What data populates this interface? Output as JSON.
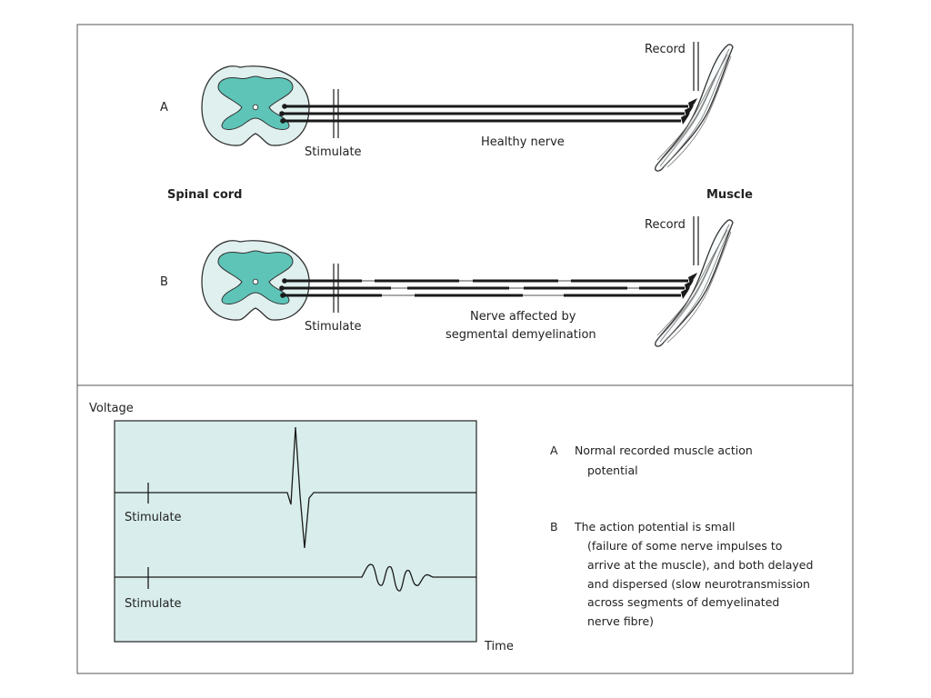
{
  "panel_a": {
    "letter": "A",
    "record": "Record",
    "stimulate": "Stimulate",
    "nerve_label": "Healthy nerve"
  },
  "labels": {
    "spinal_cord": "Spinal cord",
    "muscle": "Muscle"
  },
  "panel_b": {
    "letter": "B",
    "record": "Record",
    "stimulate": "Stimulate",
    "nerve_label_line1": "Nerve affected by",
    "nerve_label_line2": "segmental demyelination"
  },
  "trace_panel": {
    "y_label": "Voltage",
    "x_label": "Time",
    "trace_a_stimulate": "Stimulate",
    "trace_b_stimulate": "Stimulate"
  },
  "legend": {
    "a_letter": "A",
    "a_line1": "Normal recorded muscle action",
    "a_line2": "potential",
    "b_letter": "B",
    "b_line1": "The action potential is small",
    "b_line2": "(failure of some nerve impulses to",
    "b_line3": "arrive at the muscle), and both delayed",
    "b_line4": "and dispersed (slow neurotransmission",
    "b_line5": "across segments of demyelinated",
    "b_line6": "nerve fibre)"
  },
  "colors": {
    "cord_white_matter": "#dff0ee",
    "cord_grey_matter": "#5ec4b8",
    "trace_background": "#d9eeec",
    "line": "#1a1a1a"
  }
}
